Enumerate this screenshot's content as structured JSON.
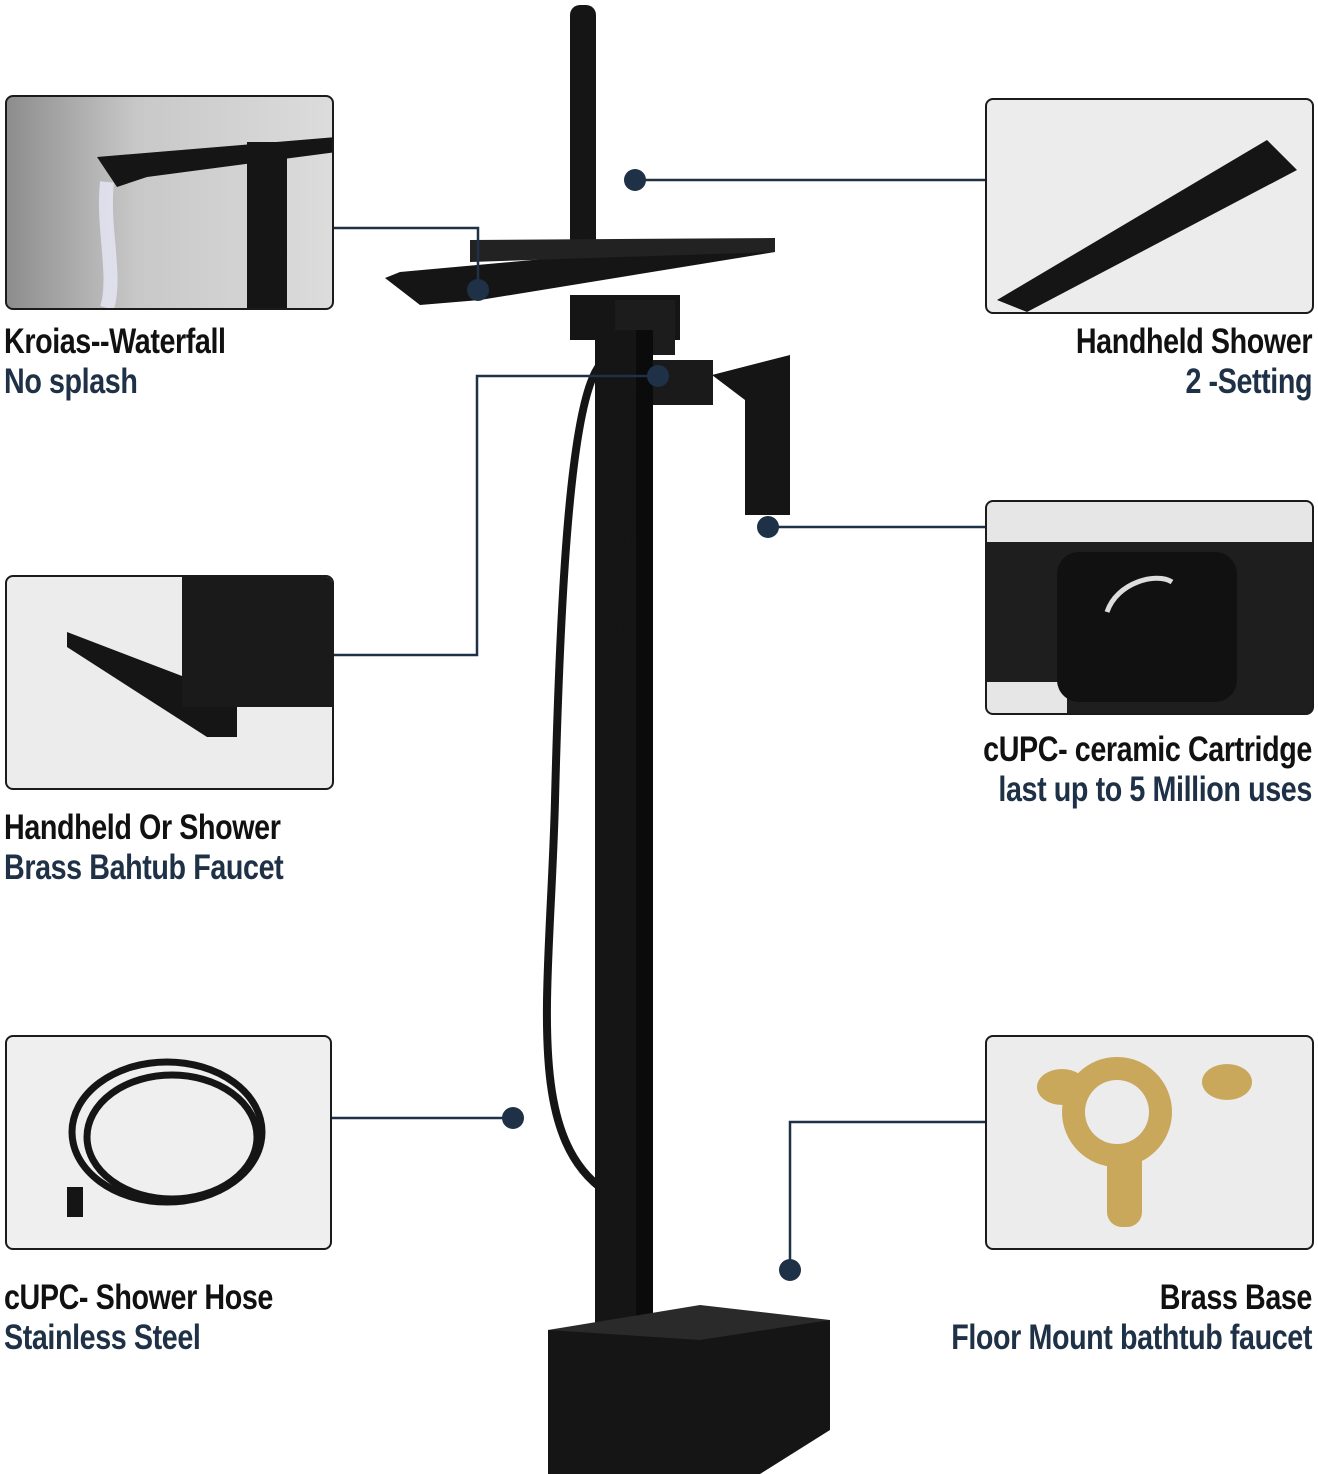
{
  "features": [
    {
      "title": "Kroias--Waterfall",
      "subtitle": "No splash"
    },
    {
      "title": "Handheld Or Shower",
      "subtitle": "Brass Bahtub Faucet"
    },
    {
      "title": "cUPC- Shower Hose",
      "subtitle": "Stainless Steel"
    },
    {
      "title": "Handheld Shower",
      "subtitle": "2 -Setting"
    },
    {
      "title": "cUPC- ceramic Cartridge",
      "subtitle": "last up to 5 Million uses"
    },
    {
      "title": "Brass Base",
      "subtitle": "Floor Mount bathtub faucet"
    }
  ],
  "colors": {
    "accent": "#1f3147",
    "product": "#151515",
    "brass": "#c9a85c"
  }
}
